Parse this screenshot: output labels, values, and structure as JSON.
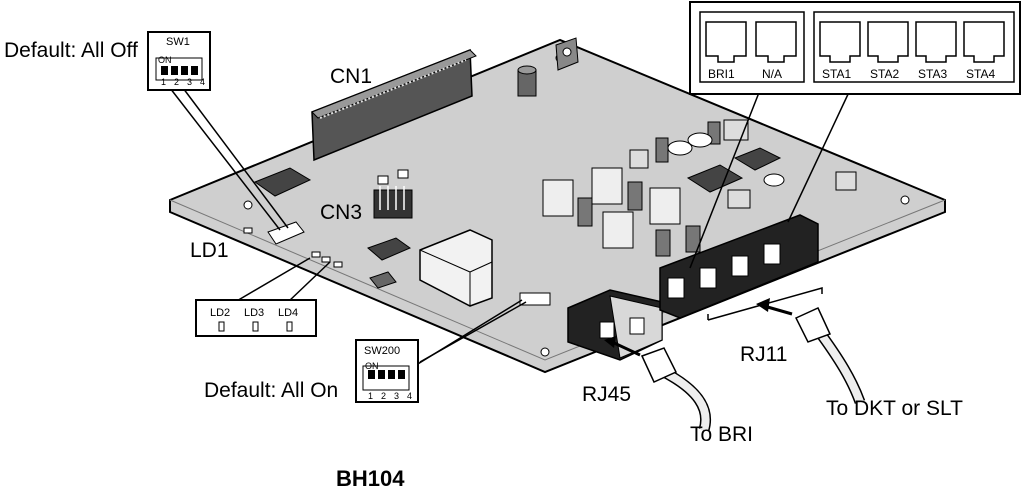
{
  "model": "BH104",
  "sw1": {
    "name": "SW1",
    "on_label": "ON",
    "positions": [
      "1",
      "2",
      "3",
      "4"
    ],
    "default_label": "Default: All Off"
  },
  "sw200": {
    "name": "SW200",
    "on_label": "ON",
    "positions": [
      "1",
      "2",
      "3",
      "4"
    ],
    "default_label": "Default: All On"
  },
  "connectors": {
    "cn1": "CN1",
    "cn3": "CN3",
    "rj45": "RJ45",
    "rj11": "RJ11"
  },
  "leds": {
    "ld1": "LD1",
    "ld2": "LD2",
    "ld3": "LD3",
    "ld4": "LD4"
  },
  "ports": [
    "BRI1",
    "N/A",
    "STA1",
    "STA2",
    "STA3",
    "STA4"
  ],
  "callouts": {
    "to_bri": "To BRI",
    "to_dkt": "To DKT or SLT"
  }
}
